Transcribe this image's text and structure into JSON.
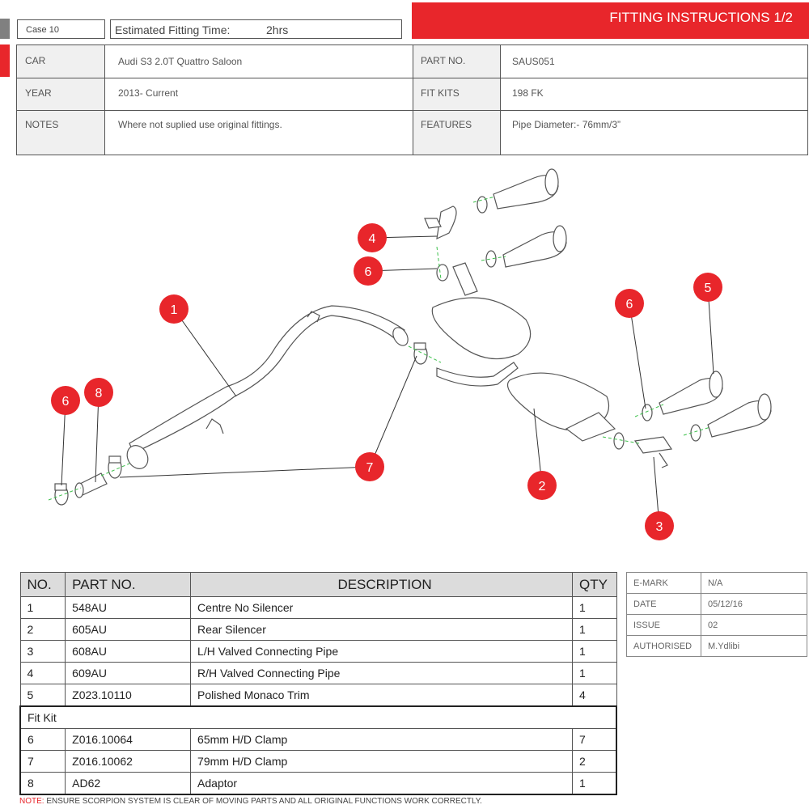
{
  "header": {
    "case_label": "Case 10",
    "fitting_time_label": "Estimated Fitting Time:",
    "fitting_time_value": "2hrs",
    "title": "FITTING INSTRUCTIONS 1/2"
  },
  "info": {
    "car_label": "CAR",
    "car_value": "Audi S3 2.0T Quattro Saloon",
    "year_label": "YEAR",
    "year_value": "2013- Current",
    "notes_label": "NOTES",
    "notes_value": "Where not suplied use original fittings.",
    "part_no_label": "PART NO.",
    "part_no_value": "SAUS051",
    "fit_kits_label": "FIT KITS",
    "fit_kits_value": "198  FK",
    "features_label": "FEATURES",
    "features_value": "Pipe Diameter:- 76mm/3”"
  },
  "diagram": {
    "callouts": [
      {
        "name": "callout-1",
        "label": "1"
      },
      {
        "name": "callout-2",
        "label": "2"
      },
      {
        "name": "callout-3",
        "label": "3"
      },
      {
        "name": "callout-4",
        "label": "4"
      },
      {
        "name": "callout-5",
        "label": "5"
      },
      {
        "name": "callout-6-top",
        "label": "6"
      },
      {
        "name": "callout-6-right",
        "label": "6"
      },
      {
        "name": "callout-6-left",
        "label": "6"
      },
      {
        "name": "callout-7",
        "label": "7"
      },
      {
        "name": "callout-8",
        "label": "8"
      }
    ]
  },
  "parts_table": {
    "headers": {
      "no": "NO.",
      "part_no": "PART NO.",
      "description": "DESCRIPTION",
      "qty": "QTY"
    },
    "rows": [
      {
        "no": "1",
        "part_no": "548AU",
        "description": "Centre No Silencer",
        "qty": "1"
      },
      {
        "no": "2",
        "part_no": "605AU",
        "description": "Rear Silencer",
        "qty": "1"
      },
      {
        "no": "3",
        "part_no": "608AU",
        "description": "L/H Valved Connecting Pipe",
        "qty": "1"
      },
      {
        "no": "4",
        "part_no": "609AU",
        "description": "R/H Valved Connecting Pipe",
        "qty": "1"
      },
      {
        "no": "5",
        "part_no": "Z023.10110",
        "description": "Polished Monaco Trim",
        "qty": "4"
      }
    ],
    "fit_kit_label": "Fit Kit",
    "fit_kit_rows": [
      {
        "no": "6",
        "part_no": "Z016.10064",
        "description": "65mm H/D Clamp",
        "qty": "7"
      },
      {
        "no": "7",
        "part_no": "Z016.10062",
        "description": "79mm H/D Clamp",
        "qty": "2"
      },
      {
        "no": "8",
        "part_no": "AD62",
        "description": "Adaptor",
        "qty": "1"
      }
    ]
  },
  "meta": {
    "rows": [
      {
        "label": "E-MARK",
        "value": "N/A"
      },
      {
        "label": "DATE",
        "value": "05/12/16"
      },
      {
        "label": "ISSUE",
        "value": "02"
      },
      {
        "label": "AUTHORISED",
        "value": "M.Ydlibi"
      }
    ]
  },
  "footer": {
    "note_label": "NOTE:",
    "note_text": " ENSURE SCORPION SYSTEM IS CLEAR OF MOVING PARTS AND ALL ORIGINAL FUNCTIONS WORK CORRECTLY."
  },
  "colors": {
    "accent": "#e8262b",
    "header_tab_grey": "#808080",
    "table_header": "#dcdcdc"
  }
}
